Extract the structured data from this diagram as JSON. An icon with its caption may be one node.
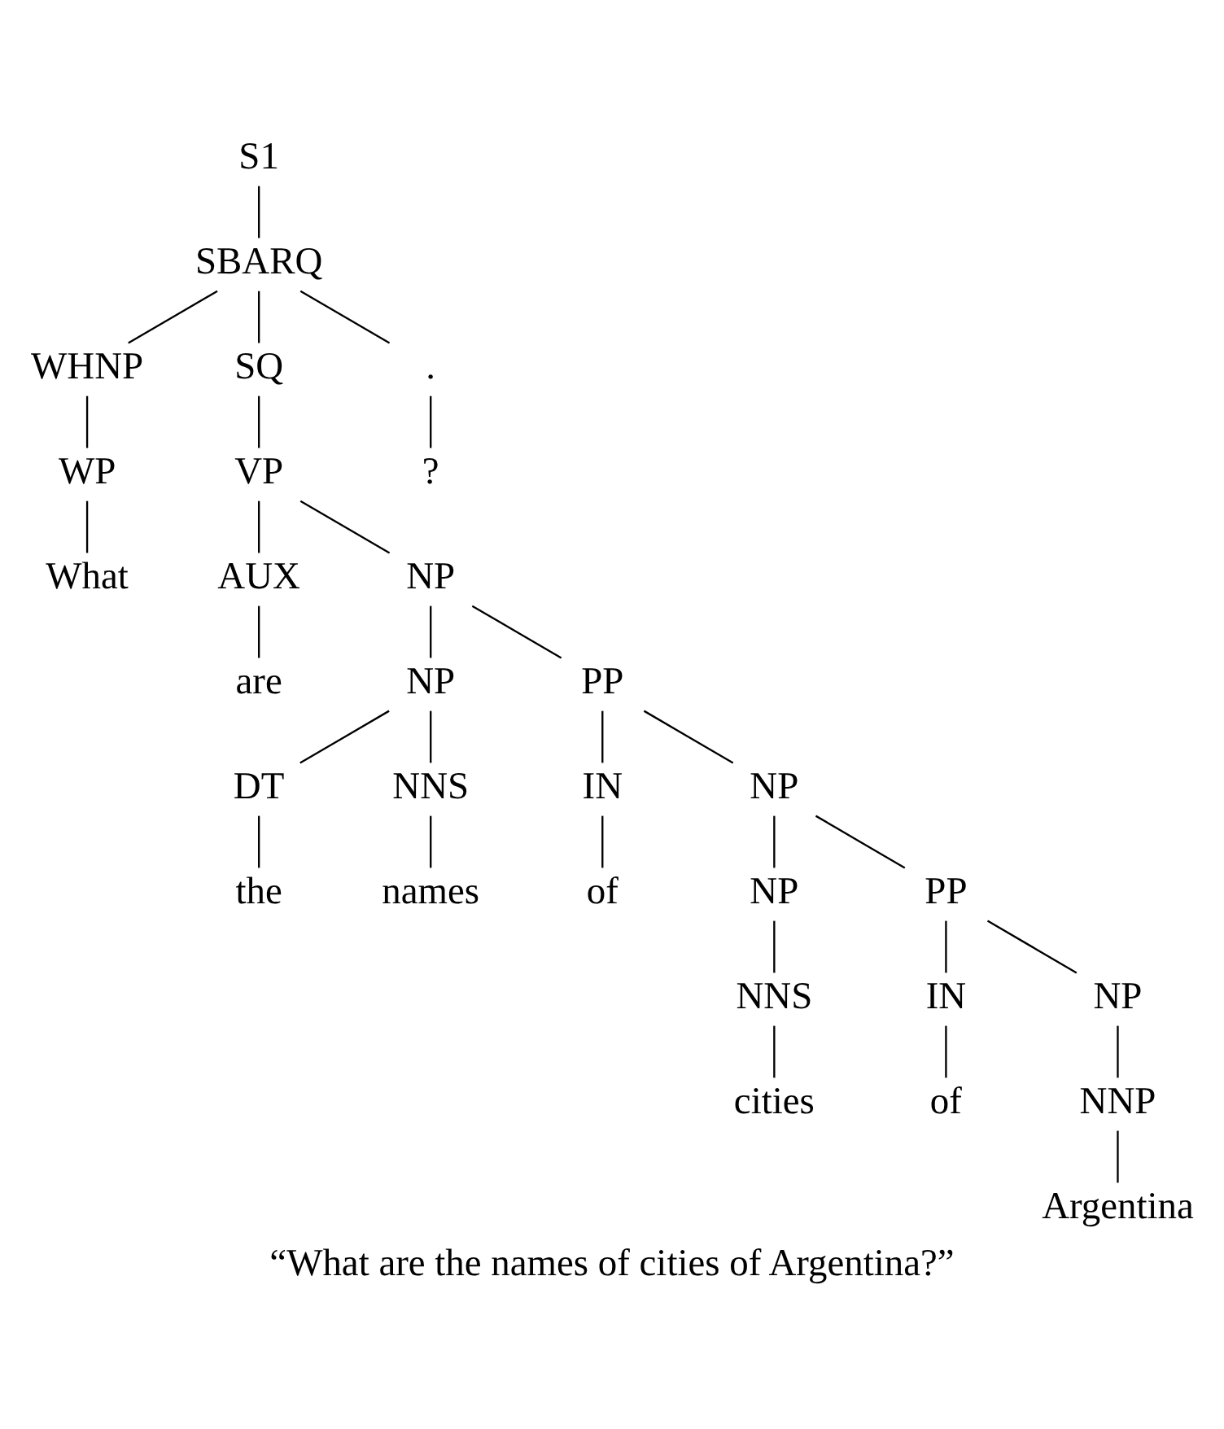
{
  "diagram": {
    "caption": "“What are the names of cities of Argentina?”",
    "nodes": [
      {
        "text": [
          "S1"
        ]
      },
      {
        "text": [
          "SBARQ"
        ]
      },
      {
        "text": [
          "WHNP"
        ]
      },
      {
        "text": [
          "SQ"
        ]
      },
      {
        "text": [
          "."
        ]
      },
      {
        "text": [
          "WP"
        ]
      },
      {
        "text": [
          "VP"
        ]
      },
      {
        "text": [
          "?"
        ]
      },
      {
        "text": [
          "What"
        ]
      },
      {
        "text": [
          "AUX"
        ]
      },
      {
        "text": [
          "NP"
        ]
      },
      {
        "text": [
          "are"
        ]
      },
      {
        "text": [
          "NP"
        ]
      },
      {
        "text": [
          "PP"
        ]
      },
      {
        "text": [
          "DT"
        ]
      },
      {
        "text": [
          "NNS"
        ]
      },
      {
        "text": [
          "IN"
        ]
      },
      {
        "text": [
          "NP"
        ]
      },
      {
        "text": [
          "the"
        ]
      },
      {
        "text": [
          "names"
        ]
      },
      {
        "text": [
          "of"
        ]
      },
      {
        "text": [
          "NP"
        ]
      },
      {
        "text": [
          "PP"
        ]
      },
      {
        "text": [
          "NNS"
        ]
      },
      {
        "text": [
          "IN"
        ]
      },
      {
        "text": [
          "NP"
        ]
      },
      {
        "text": [
          "cities"
        ]
      },
      {
        "text": [
          "of"
        ]
      },
      {
        "text": [
          "NNP"
        ]
      },
      {
        "text": [
          "Argentina"
        ]
      }
    ],
    "edges": [
      {
        "from": 0,
        "to": 1,
        "arrow": "none"
      },
      {
        "from": 1,
        "to": 2,
        "arrow": "none"
      },
      {
        "from": 1,
        "to": 3,
        "arrow": "none"
      },
      {
        "from": 1,
        "to": 4,
        "arrow": "none"
      },
      {
        "from": 2,
        "to": 5,
        "arrow": "none"
      },
      {
        "from": 3,
        "to": 6,
        "arrow": "none"
      },
      {
        "from": 4,
        "to": 7,
        "arrow": "none"
      },
      {
        "from": 5,
        "to": 8,
        "arrow": "none"
      },
      {
        "from": 6,
        "to": 9,
        "arrow": "none"
      },
      {
        "from": 6,
        "to": 10,
        "arrow": "none"
      },
      {
        "from": 9,
        "to": 11,
        "arrow": "none"
      },
      {
        "from": 10,
        "to": 12,
        "arrow": "none"
      },
      {
        "from": 10,
        "to": 13,
        "arrow": "none"
      },
      {
        "from": 12,
        "to": 14,
        "arrow": "none"
      },
      {
        "from": 12,
        "to": 15,
        "arrow": "none"
      },
      {
        "from": 13,
        "to": 16,
        "arrow": "none"
      },
      {
        "from": 13,
        "to": 17,
        "arrow": "none"
      },
      {
        "from": 14,
        "to": 18,
        "arrow": "none"
      },
      {
        "from": 15,
        "to": 19,
        "arrow": "none"
      },
      {
        "from": 16,
        "to": 20,
        "arrow": "none"
      },
      {
        "from": 17,
        "to": 21,
        "arrow": "none"
      },
      {
        "from": 17,
        "to": 22,
        "arrow": "none"
      },
      {
        "from": 21,
        "to": 23,
        "arrow": "none"
      },
      {
        "from": 22,
        "to": 24,
        "arrow": "none"
      },
      {
        "from": 22,
        "to": 25,
        "arrow": "none"
      },
      {
        "from": 23,
        "to": 26,
        "arrow": "none"
      },
      {
        "from": 24,
        "to": 27,
        "arrow": "none"
      },
      {
        "from": 25,
        "to": 28,
        "arrow": "none"
      },
      {
        "from": 28,
        "to": 29,
        "arrow": "none"
      }
    ]
  }
}
